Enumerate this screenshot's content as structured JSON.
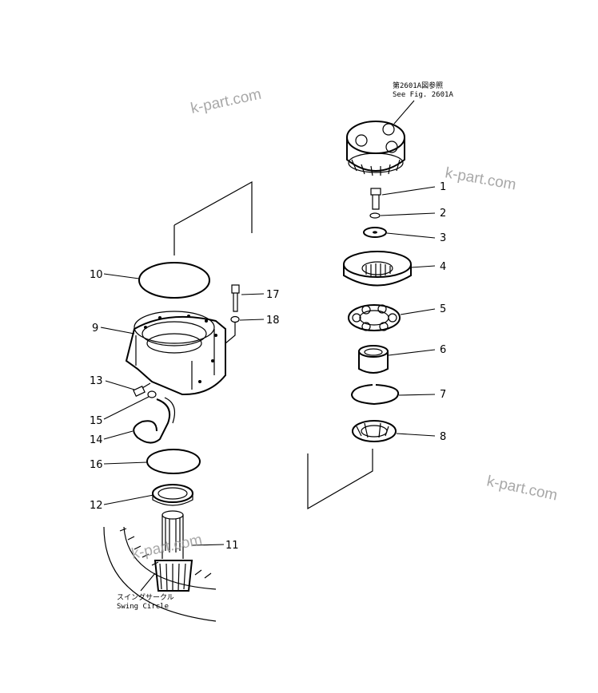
{
  "callouts": {
    "c1": "1",
    "c2": "2",
    "c3": "3",
    "c4": "4",
    "c5": "5",
    "c6": "6",
    "c7": "7",
    "c8": "8",
    "c9": "9",
    "c10": "10",
    "c11": "11",
    "c12": "12",
    "c13": "13",
    "c14": "14",
    "c15": "15",
    "c16": "16",
    "c17": "17",
    "c18": "18"
  },
  "reference_note": {
    "line1": "第2601A図参照",
    "line2": "See Fig. 2601A"
  },
  "swing_circle": {
    "line1": "スイングサークル",
    "line2": "Swing Circle"
  },
  "watermarks": {
    "w1": "k-part.com",
    "w2": "k-part.com",
    "w3": "k-part.com",
    "w4": "k-part.com"
  }
}
